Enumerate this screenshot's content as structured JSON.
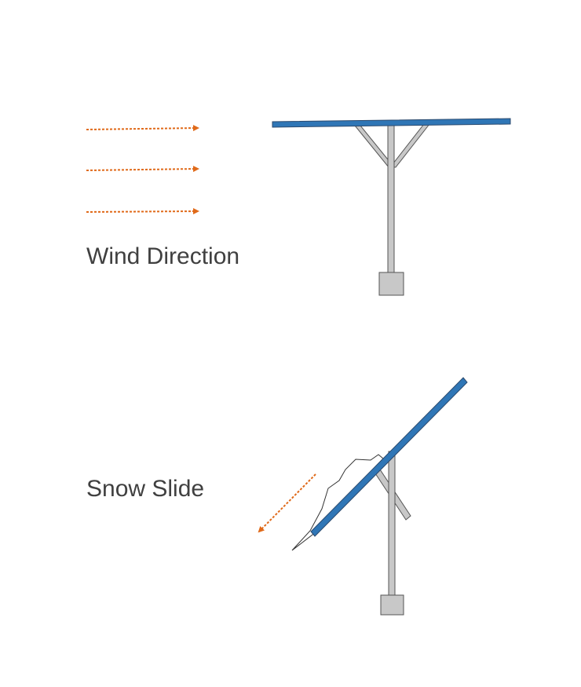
{
  "labels": {
    "wind": "Wind Direction",
    "snow": "Snow Slide"
  },
  "colors": {
    "panel": "#2f76b6",
    "arrow": "#e06a1a",
    "structure": "#c8c8c8",
    "outline": "#555555",
    "text": "#404040"
  },
  "icons": {
    "wind_arrows": "dotted-arrow-right",
    "snow_arrow": "dotted-arrow-down-left"
  }
}
